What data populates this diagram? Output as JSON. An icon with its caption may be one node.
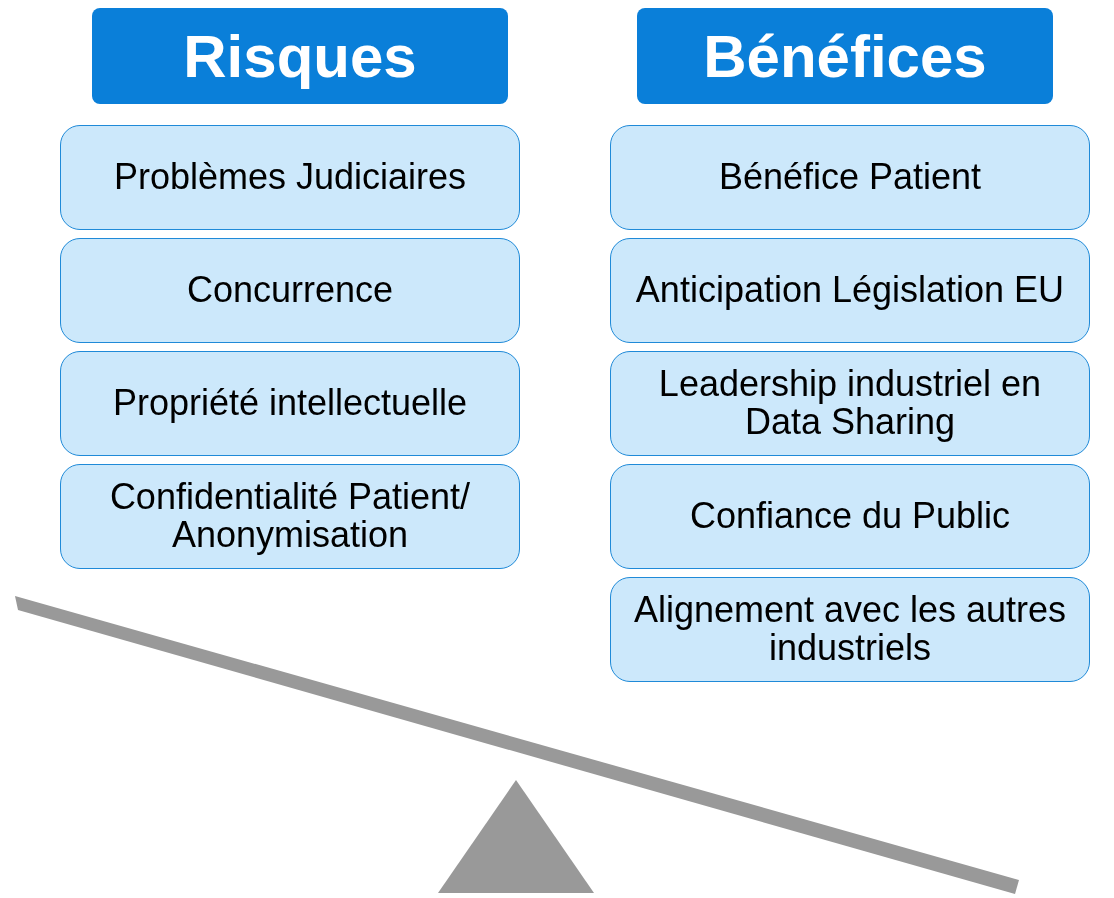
{
  "diagram": {
    "nodes": [
      {
        "text": [
          "Risques"
        ]
      },
      {
        "text": [
          "Bénéfices"
        ]
      },
      {
        "text": [
          "Problèmes Judiciaires"
        ]
      },
      {
        "text": [
          "Concurrence"
        ]
      },
      {
        "text": [
          "Propriété intellectuelle"
        ]
      },
      {
        "text": [
          "Confidentialité Patient/ Anonymisation"
        ]
      },
      {
        "text": [
          "Bénéfice Patient"
        ]
      },
      {
        "text": [
          "Anticipation Législation EU"
        ]
      },
      {
        "text": [
          "Leadership industriel en Data Sharing"
        ]
      },
      {
        "text": [
          "Confiance du Public"
        ]
      },
      {
        "text": [
          "Alignement avec les autres industriels"
        ]
      }
    ],
    "edges": []
  }
}
